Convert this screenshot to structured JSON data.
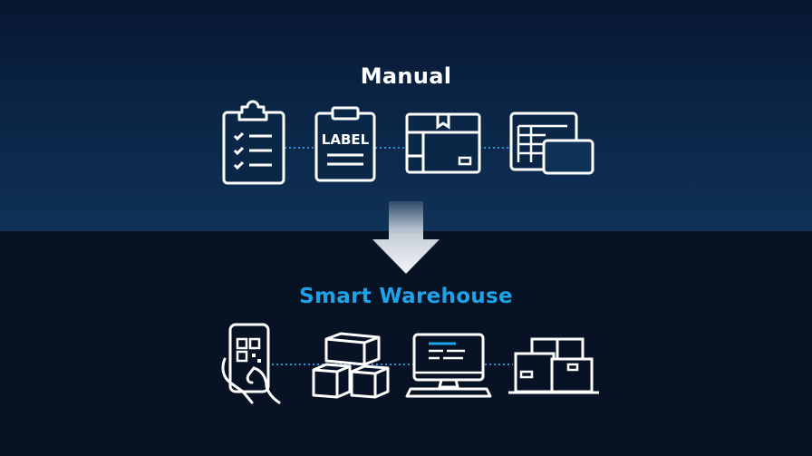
{
  "colors": {
    "top_background": "#0b2748",
    "bottom_background": "#071225",
    "icon_stroke": "#ffffff",
    "accent": "#1ea3e8",
    "connector": "#2c8fd6"
  },
  "manual": {
    "title": "Manual",
    "icons": [
      "clipboard-checklist-icon",
      "clipboard-label-icon",
      "package-box-icon",
      "spreadsheet-icon"
    ],
    "label_text": "LABEL"
  },
  "smart": {
    "title": "Smart Warehouse",
    "icons": [
      "phone-qr-scan-icon",
      "stacked-boxes-icon",
      "computer-monitor-icon",
      "warehouse-boxes-icon"
    ]
  }
}
